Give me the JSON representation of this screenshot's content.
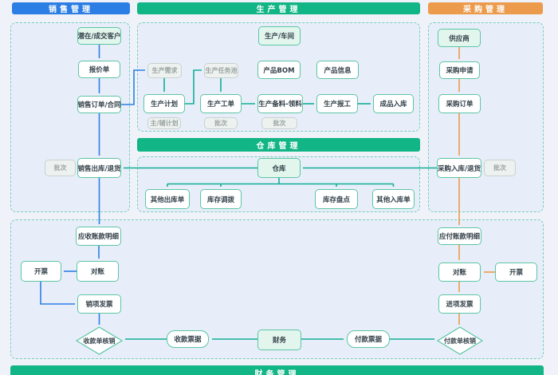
{
  "headers": {
    "sales": "销售管理",
    "production": "生产管理",
    "purchase": "采购管理",
    "warehouse": "仓库管理",
    "finance": "财务管理"
  },
  "colors": {
    "sales_accent": "#2c7ee4",
    "production_accent": "#12b585",
    "purchase_accent": "#ec9a4b",
    "box_border": "#5cc5a5",
    "section_border": "#74cfbd",
    "section_fill": "#e8eef9",
    "tag_text": "#9aa5a1"
  },
  "nodes": {
    "potential_customer": "潜在/成交客户",
    "quotation": "报价单",
    "sales_order": "销售订单/合同",
    "batch_sales": "批次",
    "sales_outbound": "销售出库/退货",
    "workshop": "生产/车间",
    "production_demand": "生产需求",
    "production_task_pool": "生产任务池",
    "product_bom": "产品BOM",
    "product_info": "产品信息",
    "production_plan": "生产计划",
    "main_aux_plan": "主/辅计划",
    "production_work_order": "生产工单",
    "batch_work_order": "批次",
    "material_prep": "生产备料-领料",
    "batch_material": "批次",
    "production_report": "生产报工",
    "finished_inbound": "成品入库",
    "warehouse": "仓库",
    "other_outbound": "其他出库单",
    "inventory_transfer": "库存调拨",
    "inventory_count": "库存盘点",
    "other_inbound": "其他入库单",
    "supplier": "供应商",
    "purchase_request": "采购申请",
    "purchase_order": "采购订单",
    "purchase_inbound": "采购入库/退货",
    "batch_purchase": "批次",
    "ar_detail": "应收账款明细",
    "invoice_left": "开票",
    "reconcile_left": "对账",
    "sales_invoice": "销项发票",
    "receipt_writeoff": "收款单核销",
    "receipt_bill": "收款票据",
    "finance_node": "财务",
    "payment_bill": "付款票据",
    "ap_detail": "应付账款明细",
    "reconcile_right": "对账",
    "invoice_right": "开票",
    "purchase_invoice": "进项发票",
    "payment_writeoff": "付款单核销"
  }
}
